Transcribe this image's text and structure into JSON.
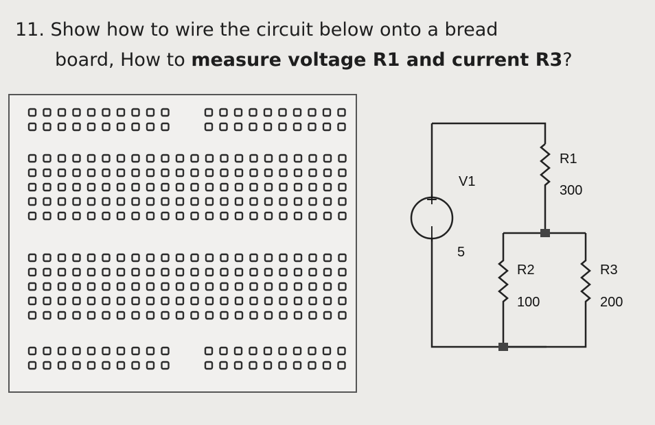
{
  "question": {
    "number": "11.",
    "line1": "Show how to wire the circuit below onto a bread",
    "line2_prefix": "board, How to ",
    "line2_bold": "measure voltage R1 and current R3",
    "line2_suffix": "?"
  },
  "circuit": {
    "source": {
      "name": "V1",
      "value": "5",
      "plus": "+",
      "minus": "|"
    },
    "resistors": [
      {
        "name": "R1",
        "value": "300"
      },
      {
        "name": "R2",
        "value": "100"
      },
      {
        "name": "R3",
        "value": "200"
      }
    ]
  }
}
